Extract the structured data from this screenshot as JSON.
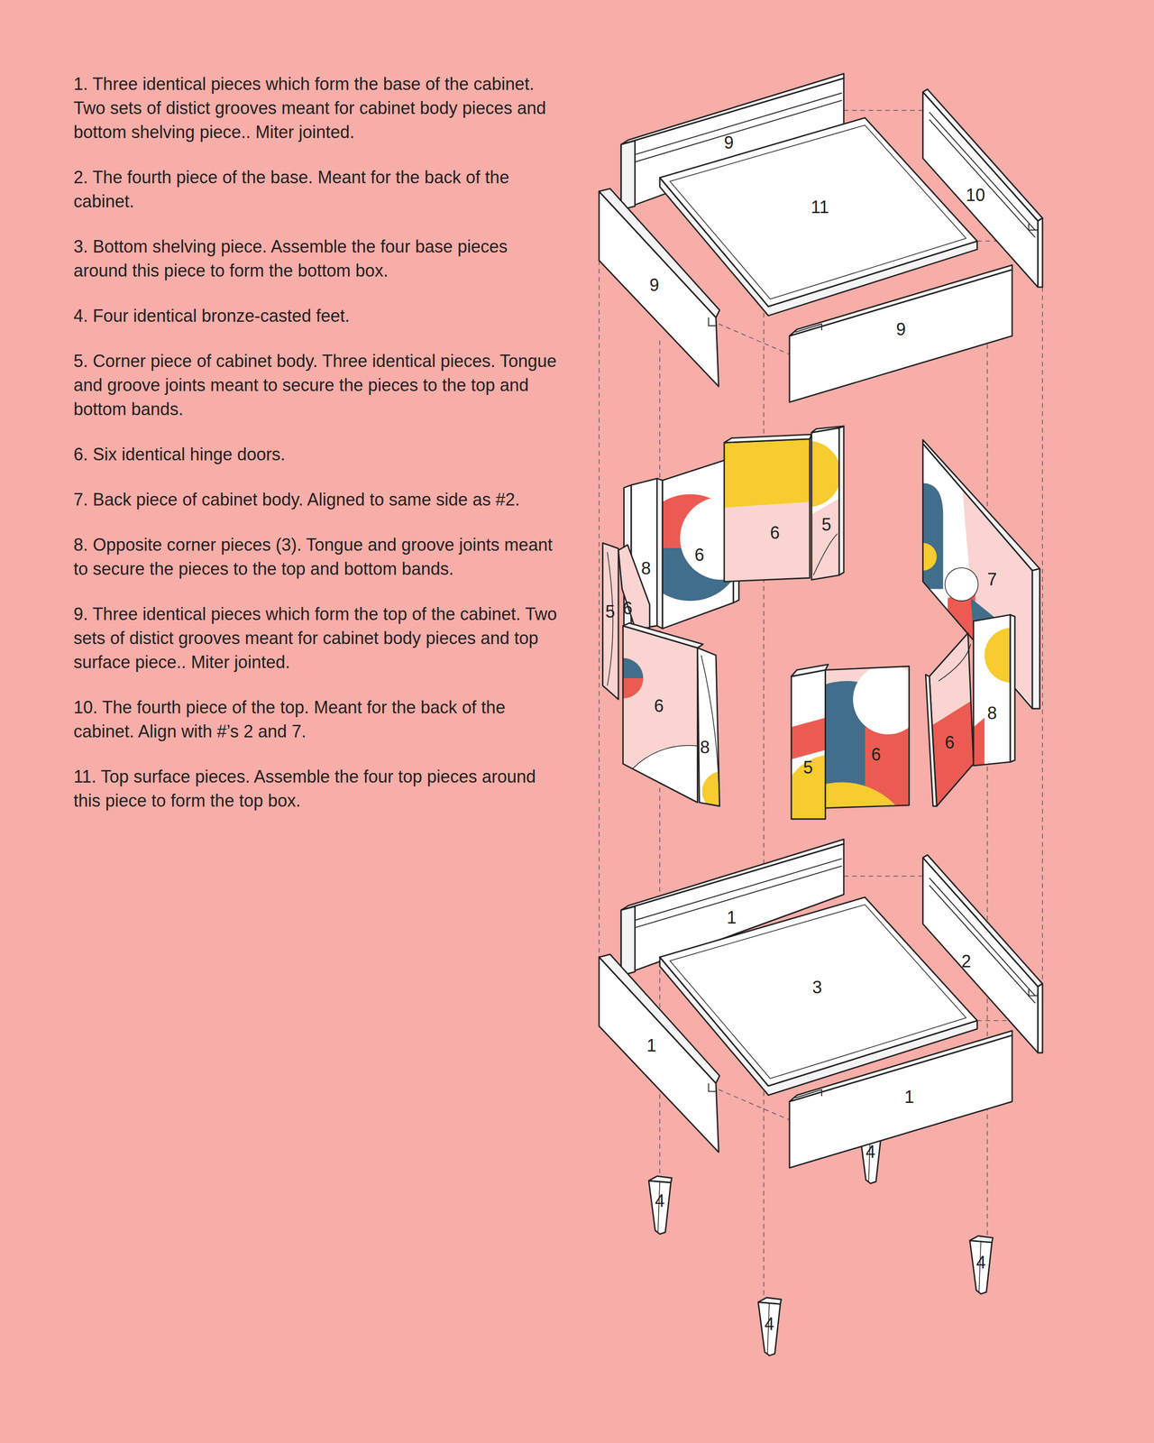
{
  "diagram": {
    "labels": [
      "1. Three identical pieces which form the base of the cabinet. Two sets of distict grooves meant for cabinet body pieces and bottom shelving piece.. Miter jointed.",
      "2. The fourth piece of the base. Meant for the back of the cabinet.",
      "3. Bottom shelving piece. Assemble the four base pieces around this piece to form the bottom box.",
      "4. Four identical bronze-casted feet.",
      "5. Corner piece of cabinet body. Three identical pieces. Tongue and groove joints meant to secure the pieces to the top and bottom bands.",
      "6. Six identical hinge doors.",
      "7. Back piece of cabinet body. Aligned to same side as #2.",
      "8. Opposite corner pieces (3). Tongue and groove joints meant to secure the pieces to the top and bottom bands.",
      "9. Three identical pieces which form the top of the cabinet. Two sets of distict grooves meant for cabinet body pieces and top surface piece.. Miter jointed.",
      "10. The fourth piece of the top. Meant for the back of the cabinet. Align with #’s 2 and 7.",
      "11. Top surface pieces. Assemble the four top pieces around this piece to form the top box.",
      "9",
      "11",
      "10",
      "9",
      "9",
      "6",
      "5",
      "8",
      "6",
      "7",
      "5",
      "6",
      "6",
      "8",
      "8",
      "6",
      "6",
      "5",
      "1",
      "2",
      "3",
      "1",
      "1",
      "4",
      "4",
      "4",
      "4"
    ]
  }
}
